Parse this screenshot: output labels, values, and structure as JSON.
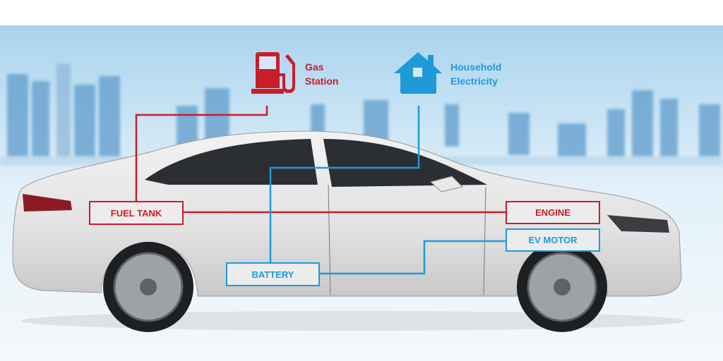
{
  "sources": {
    "gas": {
      "line1": "Gas",
      "line2": "Station",
      "icon": "gas-pump-icon"
    },
    "household": {
      "line1": "Household",
      "line2": "Electricity",
      "icon": "house-icon"
    }
  },
  "components": {
    "fuel_tank": "FUEL TANK",
    "engine": "ENGINE",
    "battery": "BATTERY",
    "ev_motor": "EV MOTOR"
  },
  "colors": {
    "gas_path": "#c81e2a",
    "electric_path": "#1e9ad6"
  }
}
